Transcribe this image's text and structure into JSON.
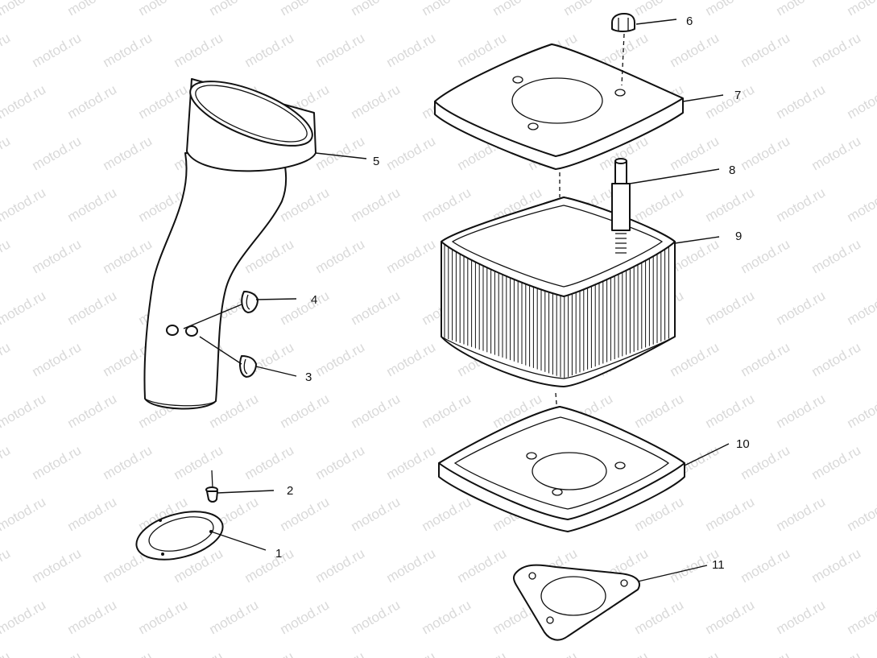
{
  "watermark_text": "motod.ru",
  "callouts": [
    {
      "id": "1",
      "label": "1"
    },
    {
      "id": "2",
      "label": "2"
    },
    {
      "id": "3",
      "label": "3"
    },
    {
      "id": "4",
      "label": "4"
    },
    {
      "id": "5",
      "label": "5"
    },
    {
      "id": "6",
      "label": "6"
    },
    {
      "id": "7",
      "label": "7"
    },
    {
      "id": "8",
      "label": "8"
    },
    {
      "id": "9",
      "label": "9"
    },
    {
      "id": "10",
      "label": "10"
    },
    {
      "id": "11",
      "label": "11"
    }
  ],
  "colors": {
    "line": "#111111",
    "watermark": "#d9d9d9",
    "background": "#ffffff"
  }
}
